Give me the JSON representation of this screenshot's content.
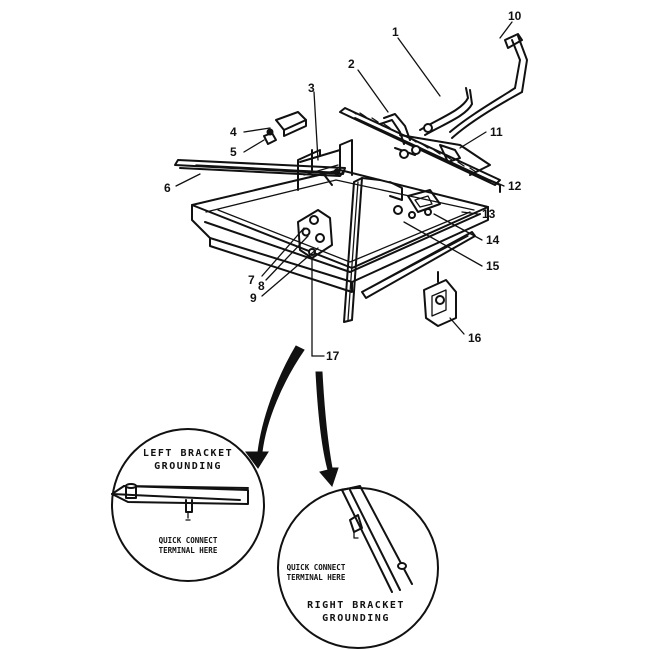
{
  "callouts": {
    "c1": "1",
    "c2": "2",
    "c3": "3",
    "c4": "4",
    "c5": "5",
    "c6": "6",
    "c7": "7",
    "c8": "8",
    "c9": "9",
    "c10": "10",
    "c11": "11",
    "c12": "12",
    "c13": "13",
    "c14": "14",
    "c15": "15",
    "c16": "16",
    "c17": "17"
  },
  "left_detail": {
    "title_line1": "LEFT BRACKET",
    "title_line2": "GROUNDING",
    "note_line1": "QUICK CONNECT",
    "note_line2": "TERMINAL HERE"
  },
  "right_detail": {
    "title_line1": "RIGHT BRACKET",
    "title_line2": "GROUNDING",
    "note_line1": "QUICK CONNECT",
    "note_line2": "TERMINAL HERE"
  },
  "colors": {
    "ink": "#111111",
    "paper": "#ffffff"
  }
}
